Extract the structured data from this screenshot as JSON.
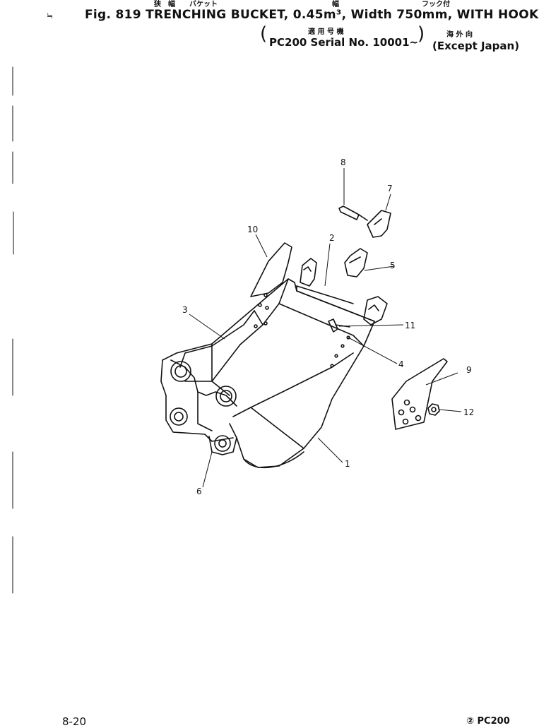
{
  "header": {
    "jp_kana_1": "狭　幅　　バケット",
    "jp_kana_2": "幅",
    "jp_kana_3": "フック付",
    "title": "Fig. 819  TRENCHING BUCKET, 0.45m³, Width 750mm, WITH HOOK",
    "jp_applic": "適 用 号 機",
    "serial": "PC200  Serial No. 10001~",
    "jp_overseas": "海 外 向",
    "except": "(Except Japan)",
    "margin_mark": "≒"
  },
  "callouts": [
    "1",
    "2",
    "3",
    "4",
    "5",
    "6",
    "7",
    "8",
    "9",
    "10",
    "11",
    "12"
  ],
  "footer": {
    "page": "8-20",
    "model": "② PC200"
  }
}
